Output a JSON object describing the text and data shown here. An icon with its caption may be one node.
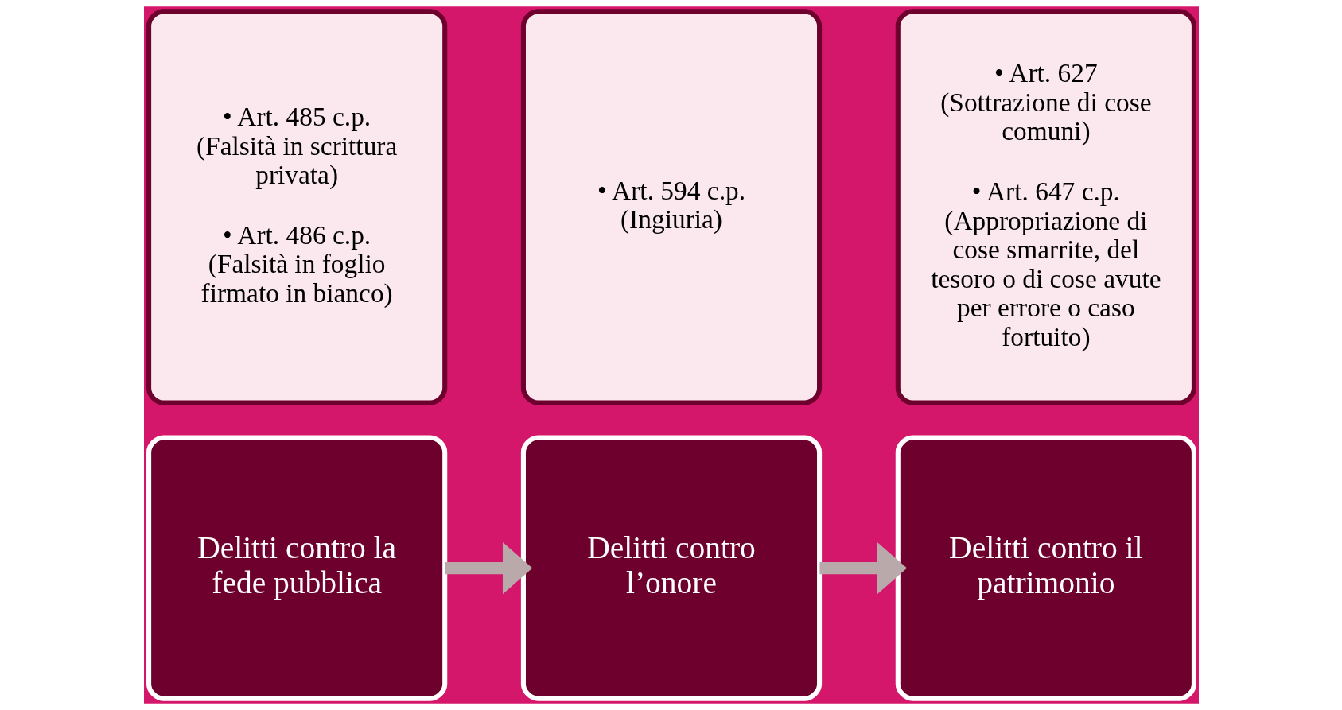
{
  "diagram": {
    "nodes": [
      {
        "text": [
          "Delitti contro la fede pubblica"
        ]
      },
      {
        "text": [
          "• Art. 485 c.p. (Falsità in scrittura privata)",
          "• Art. 486 c.p. (Falsità in foglio firmato in bianco)"
        ]
      },
      {
        "text": [
          "Delitti contro l’onore"
        ]
      },
      {
        "text": [
          "• Art. 594 c.p. (Ingiuria)"
        ]
      },
      {
        "text": [
          "Delitti contro il patrimonio"
        ]
      },
      {
        "text": [
          "• Art. 627 (Sottrazione di cose comuni)",
          "• Art. 647 c.p. (Appropriazione di cose smarrite, del tesoro o di cose avute per errore o caso fortuito)"
        ]
      }
    ],
    "edges": [
      {
        "from": 0,
        "to": 2,
        "arrow": "to"
      },
      {
        "from": 2,
        "to": 4,
        "arrow": "to"
      }
    ]
  }
}
